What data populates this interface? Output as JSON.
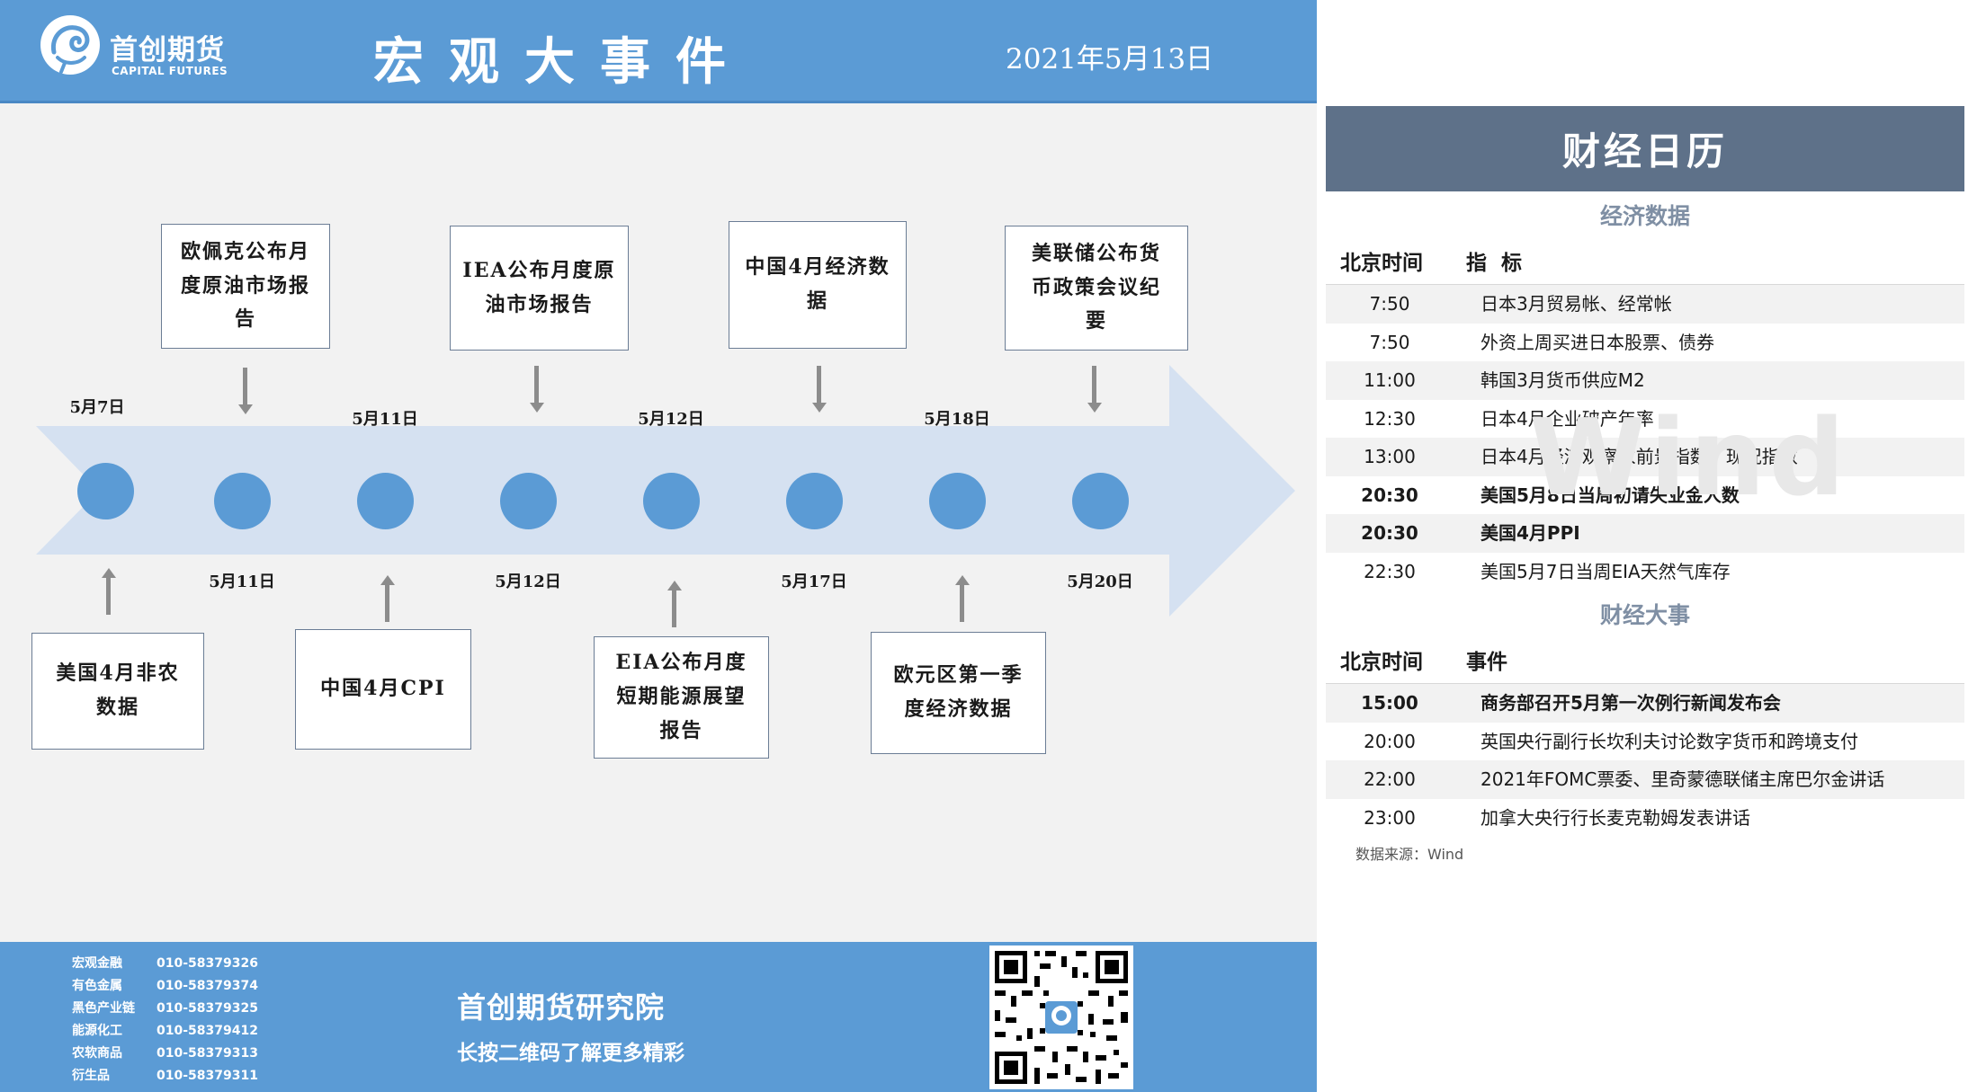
{
  "header": {
    "brand_cn": "首创期货",
    "brand_en": "CAPITAL FUTURES",
    "title": "宏观大事件",
    "date": "2021年5月13日"
  },
  "timeline": {
    "top_dates": [
      "5月7日",
      "5月11日",
      "5月12日",
      "5月18日"
    ],
    "bottom_dates": [
      "5月11日",
      "5月12日",
      "5月17日",
      "5月20日"
    ],
    "top_events": [
      [
        "欧佩克公布月",
        "度原油市场报",
        "告"
      ],
      [
        "IEA公布月度原",
        "油市场报告"
      ],
      [
        "中国4月经济数",
        "据"
      ],
      [
        "美联储公布货",
        "币政策会议纪",
        "要"
      ]
    ],
    "bottom_events": [
      [
        "美国4月非农",
        "数据"
      ],
      [
        "中国4月CPI"
      ],
      [
        "EIA公布月度",
        "短期能源展望",
        "报告"
      ],
      [
        "欧元区第一季",
        "度经济数据"
      ]
    ]
  },
  "footer": {
    "contacts": [
      {
        "name": "宏观金融",
        "phone": "010-58379326"
      },
      {
        "name": "有色金属",
        "phone": "010-58379374"
      },
      {
        "name": "黑色产业链",
        "phone": "010-58379325"
      },
      {
        "name": "能源化工",
        "phone": "010-58379412"
      },
      {
        "name": "农软商品",
        "phone": "010-58379313"
      },
      {
        "name": "衍生品",
        "phone": "010-58379311"
      }
    ],
    "institute": "首创期货研究院",
    "slogan": "长按二维码了解更多精彩"
  },
  "calendar": {
    "title": "财经日历",
    "watermark": "Wind",
    "econ_section": "经济数据",
    "econ_header": {
      "time": "北京时间",
      "desc": "指  标"
    },
    "econ_rows": [
      {
        "time": "7:50",
        "desc": "日本3月贸易帐、经常帐",
        "bold": false
      },
      {
        "time": "7:50",
        "desc": "外资上周买进日本股票、债券",
        "bold": false
      },
      {
        "time": "11:00",
        "desc": "韩国3月货币供应M2",
        "bold": false
      },
      {
        "time": "12:30",
        "desc": "日本4月企业破产年率",
        "bold": false
      },
      {
        "time": "13:00",
        "desc": "日本4月经济观察家前景指数、现况指数",
        "bold": false
      },
      {
        "time": "20:30",
        "desc": "美国5月8日当周初请失业金人数",
        "bold": true
      },
      {
        "time": "20:30",
        "desc": "美国4月PPI",
        "bold": true
      },
      {
        "time": "22:30",
        "desc": "美国5月7日当周EIA天然气库存",
        "bold": false
      }
    ],
    "events_section": "财经大事",
    "events_header": {
      "time": "北京时间",
      "desc": "事件"
    },
    "events_rows": [
      {
        "time": "15:00",
        "desc": "商务部召开5月第一次例行新闻发布会",
        "bold": true
      },
      {
        "time": "20:00",
        "desc": "英国央行副行长坎利夫讨论数字货币和跨境支付",
        "bold": false
      },
      {
        "time": "22:00",
        "desc": "2021年FOMC票委、里奇蒙德联储主席巴尔金讲话",
        "bold": false
      },
      {
        "time": "23:00",
        "desc": "加拿大央行行长麦克勒姆发表讲话",
        "bold": false
      }
    ],
    "source": "数据来源：Wind"
  }
}
